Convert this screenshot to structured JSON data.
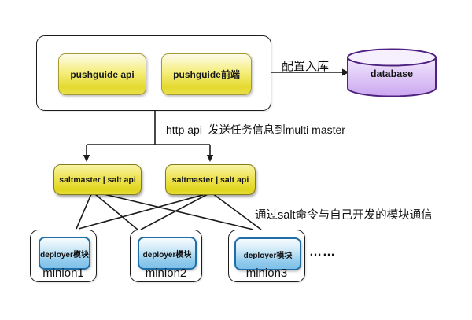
{
  "diagram": {
    "nodes": {
      "pushguide_api": "pushguide api",
      "pushguide_frontend": "pushguide前端",
      "database": "database",
      "masters": [
        {
          "label": "saltmaster | salt api"
        },
        {
          "label": "saltmaster | salt api"
        }
      ]
    },
    "labels": {
      "db_arrow": "配置入库",
      "http": "http api  发送任务信息到multi master",
      "salt_note": "通过salt命令与自己开发的模块通信",
      "ellipsis": "……"
    },
    "minions": [
      {
        "module": "deployer模块",
        "name": "minion1"
      },
      {
        "module": "deployer模块",
        "name": "minion2"
      },
      {
        "module": "deployer模块",
        "name": "minion3"
      }
    ],
    "colors": {
      "background": "#ffffff",
      "line": "#1c1c1c",
      "node_yellow_top": "#fdfbea",
      "node_yellow_bottom": "#e4da30",
      "node_yellow_border": "#a89a33",
      "master_yellow_top": "#f8f4a6",
      "master_yellow_bottom": "#e1d61e",
      "master_border": "#857a18",
      "module_blue_top": "#f6fbfe",
      "module_blue_bottom": "#7fc0e8",
      "module_blue_border": "#1f6ea6",
      "db_purple_top": "#f2e8fc",
      "db_purple_bottom": "#cba7f0",
      "db_purple_border": "#4f2280"
    }
  }
}
